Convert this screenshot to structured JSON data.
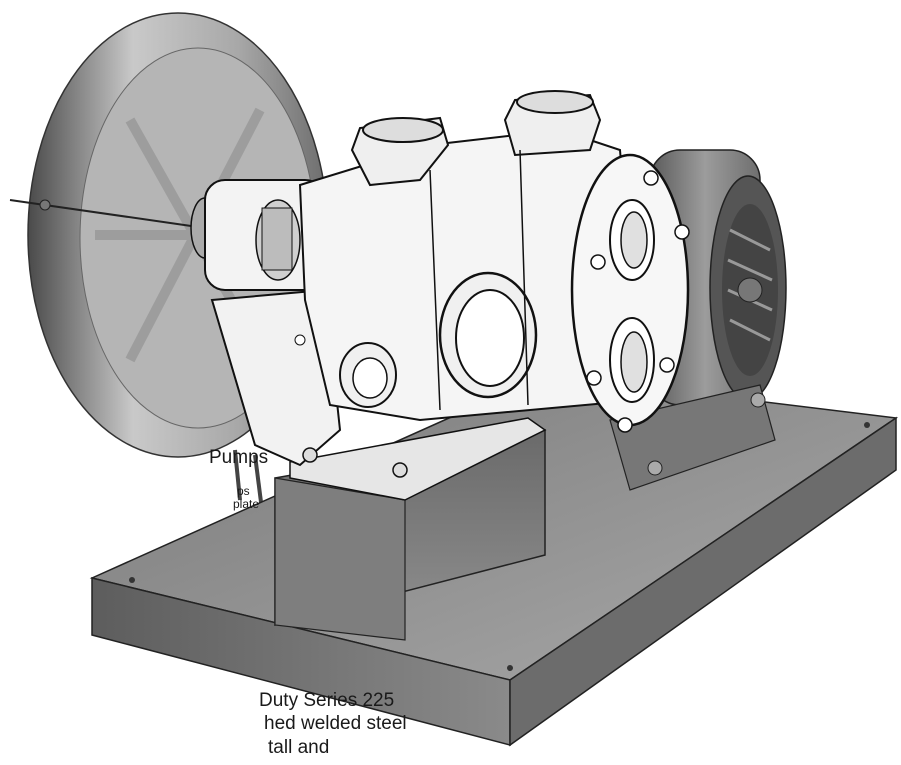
{
  "document": {
    "title_fragment": "Pumps",
    "subtitle_fragment_1": "ps",
    "subtitle_fragment_2": "plate",
    "paragraph_line_1": "Duty Series 225",
    "paragraph_line_2": "hed welded steel",
    "paragraph_line_3": "tall    and"
  },
  "colors": {
    "base_plate": "#8c8c8c",
    "pump_body": "#f4f4f4",
    "outline": "#111111",
    "pulley_guard": "#9a9a9a",
    "motor": "#7a7a7a"
  },
  "icons": {
    "illustration": "pump-on-baseplate-illustration"
  }
}
